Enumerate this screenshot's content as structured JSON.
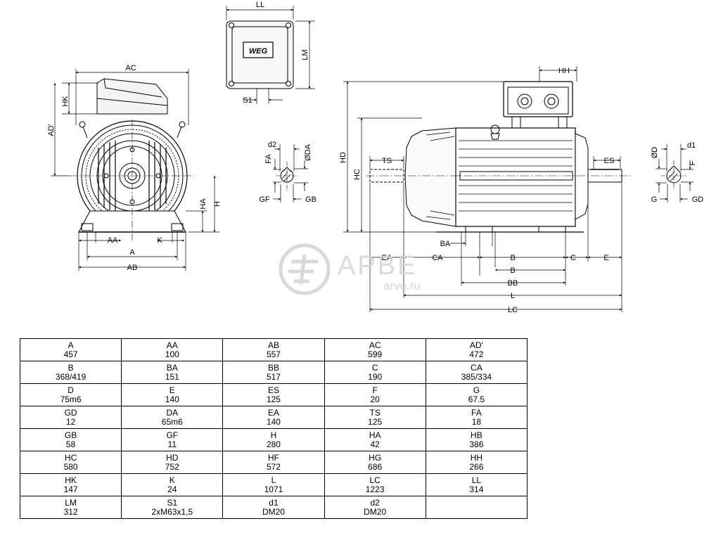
{
  "drawing": {
    "logo_text": "WEG",
    "watermark": {
      "text": "АРВЕ",
      "sub": "arve.ru"
    },
    "front_view_labels": [
      "AC",
      "HK",
      "AD'",
      "HA",
      "H",
      "AA",
      "K",
      "A",
      "AB"
    ],
    "terminal_box_labels": [
      "LL",
      "LM",
      "S1"
    ],
    "shaft_detail_labels": [
      "d2",
      "FA",
      "ØDA",
      "GF",
      "GB"
    ],
    "side_view_labels": [
      "HH",
      "HD",
      "HC",
      "TS",
      "ES",
      "BA",
      "EA",
      "CA",
      "B",
      "B",
      "C",
      "E",
      "BB",
      "L",
      "LC"
    ],
    "shaft_end_labels": [
      "ØD",
      "d1",
      "F",
      "G",
      "GD"
    ]
  },
  "table": {
    "rows": [
      [
        {
          "label": "A",
          "value": "457"
        },
        {
          "label": "AA",
          "value": "100"
        },
        {
          "label": "AB",
          "value": "557"
        },
        {
          "label": "AC",
          "value": "599"
        },
        {
          "label": "AD'",
          "value": "472"
        }
      ],
      [
        {
          "label": "B",
          "value": "368/419"
        },
        {
          "label": "BA",
          "value": "151"
        },
        {
          "label": "BB",
          "value": "517"
        },
        {
          "label": "C",
          "value": "190"
        },
        {
          "label": "CA",
          "value": "385/334"
        }
      ],
      [
        {
          "label": "D",
          "value": "75m6"
        },
        {
          "label": "E",
          "value": "140"
        },
        {
          "label": "ES",
          "value": "125"
        },
        {
          "label": "F",
          "value": "20"
        },
        {
          "label": "G",
          "value": "67.5"
        }
      ],
      [
        {
          "label": "GD",
          "value": "12"
        },
        {
          "label": "DA",
          "value": "65m6"
        },
        {
          "label": "EA",
          "value": "140"
        },
        {
          "label": "TS",
          "value": "125"
        },
        {
          "label": "FA",
          "value": "18"
        }
      ],
      [
        {
          "label": "GB",
          "value": "58"
        },
        {
          "label": "GF",
          "value": "11"
        },
        {
          "label": "H",
          "value": "280"
        },
        {
          "label": "HA",
          "value": "42"
        },
        {
          "label": "HB",
          "value": "386"
        }
      ],
      [
        {
          "label": "HC",
          "value": "580"
        },
        {
          "label": "HD",
          "value": "752"
        },
        {
          "label": "HF",
          "value": "572"
        },
        {
          "label": "HG",
          "value": "686"
        },
        {
          "label": "HH",
          "value": "266"
        }
      ],
      [
        {
          "label": "HK",
          "value": "147"
        },
        {
          "label": "K",
          "value": "24"
        },
        {
          "label": "L",
          "value": "1071"
        },
        {
          "label": "LC",
          "value": "1223"
        },
        {
          "label": "LL",
          "value": "314"
        }
      ],
      [
        {
          "label": "LM",
          "value": "312"
        },
        {
          "label": "S1",
          "value": "2xM63x1,5"
        },
        {
          "label": "d1",
          "value": "DM20"
        },
        {
          "label": "d2",
          "value": "DM20"
        },
        {
          "label": "",
          "value": ""
        }
      ]
    ]
  }
}
